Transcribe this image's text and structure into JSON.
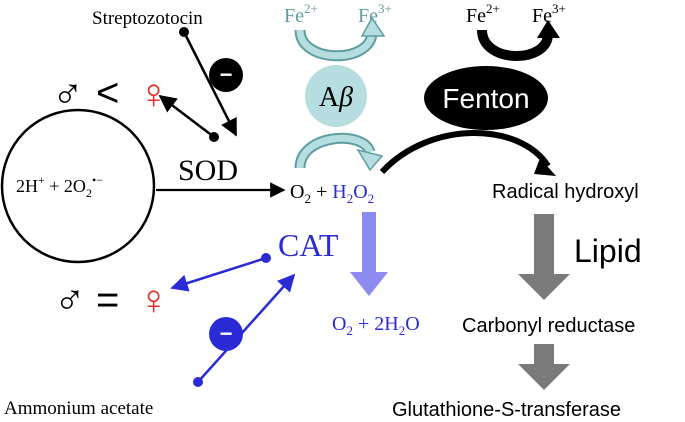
{
  "labels": {
    "streptozotocin": "Streptozotocin",
    "ammonium_acetate": "Ammonium acetate",
    "sod": "SOD",
    "cat": "CAT",
    "abeta_a": "A",
    "abeta_b": "β",
    "fenton": "Fenton",
    "radical_hydroxyl": "Radical hydroxyl",
    "lipid": "Lipid",
    "carbonyl_reductase": "Carbonyl reductase",
    "glutathione": "Glutathione-S-transferase"
  },
  "formulas": {
    "superoxide": {
      "pre": "2H",
      "sup1": "+",
      "mid": " + 2O",
      "sub": "2",
      "sup2": "•−"
    },
    "o2_h2o2": {
      "o": "O",
      "sub1": "2",
      "plus": " + ",
      "h": "H",
      "sub2": "2",
      "o2": "O",
      "sub3": "2"
    },
    "o2_2h2o": {
      "o": "O",
      "sub1": "2",
      "rest": " + 2H",
      "sub2": "2",
      "o2": "O"
    },
    "fe_left_2": {
      "base": "Fe",
      "sup": "2+"
    },
    "fe_left_3": {
      "base": "Fe",
      "sup": "3+"
    },
    "fe_right_2": {
      "base": "Fe",
      "sup": "2+"
    },
    "fe_right_3": {
      "base": "Fe",
      "sup": "3+"
    }
  },
  "comparisons": {
    "top": {
      "male": "♂",
      "op": "<",
      "female": "♀"
    },
    "bottom": {
      "male": "♂",
      "op": "=",
      "female": "♀"
    }
  },
  "inhibitor_symbol": "−",
  "colors": {
    "blue": "#2b2bd6",
    "teal_text": "#5f9ea0",
    "teal_fill": "#b6dde0",
    "female_red": "#e0322b",
    "cat_arrow": "#8b8bf0",
    "gray_arrow": "#7a7a7a"
  }
}
